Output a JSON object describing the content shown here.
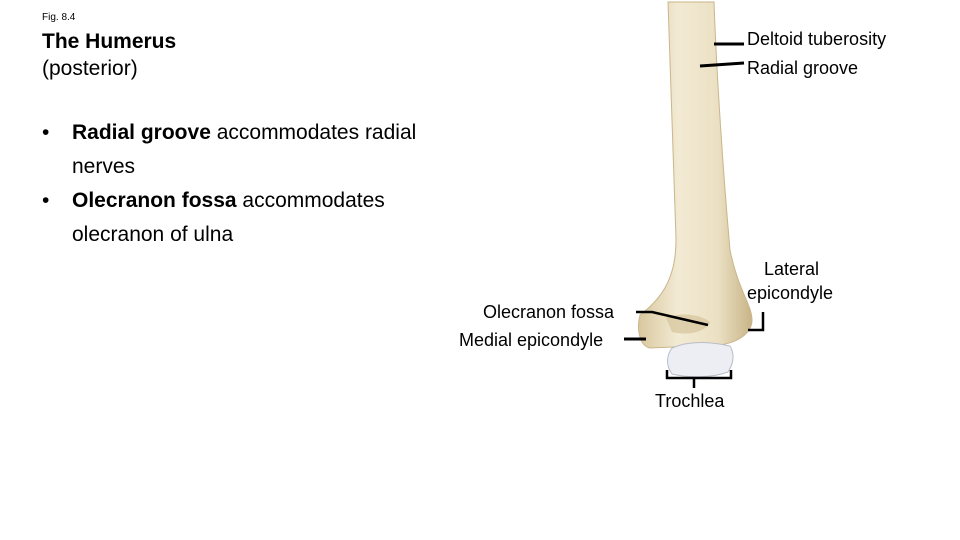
{
  "figure_number": "Fig. 8.4",
  "title": {
    "line1": "The Humerus",
    "line2": "(posterior)"
  },
  "bullets": [
    {
      "bold": "Radial groove",
      "rest": " accommodates radial nerves"
    },
    {
      "bold": "Olecranon fossa",
      "rest": " accommodates olecranon of ulna"
    }
  ],
  "labels": {
    "deltoid_tuberosity": "Deltoid tuberosity",
    "radial_groove": "Radial groove",
    "lateral_epicondyle_1": "Lateral",
    "lateral_epicondyle_2": "epicondyle",
    "olecranon_fossa": "Olecranon fossa",
    "medial_epicondyle": "Medial epicondyle",
    "trochlea": "Trochlea"
  },
  "colors": {
    "bone": "#ece2c8",
    "bone_shadow": "#cbb990",
    "cartilage": "#e9ecf2",
    "leader": "#000000"
  }
}
